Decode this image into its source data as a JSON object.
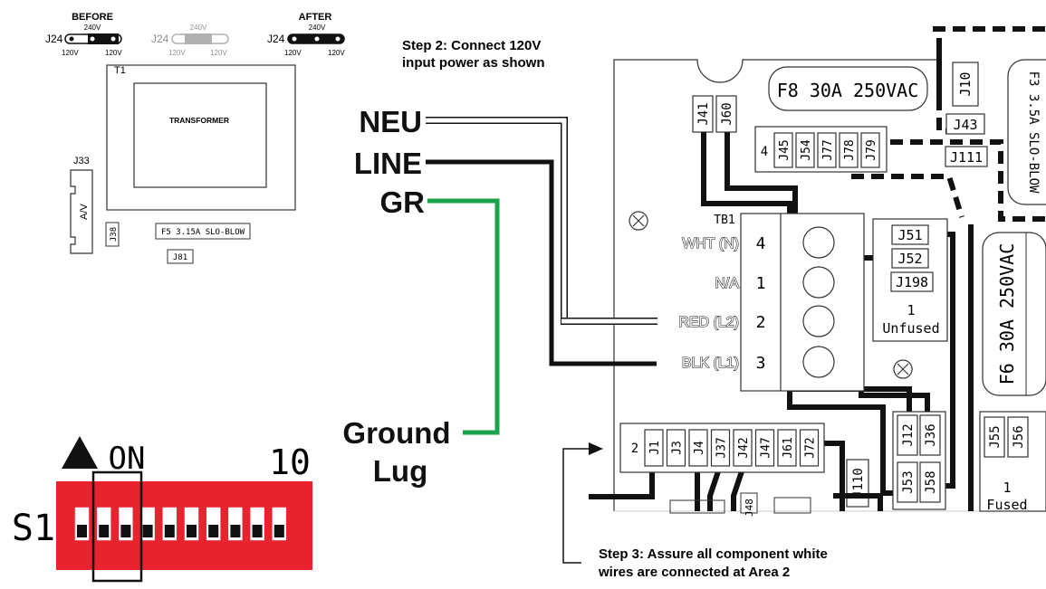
{
  "jumper": {
    "before": "BEFORE",
    "after": "AFTER",
    "name": "J24",
    "v240": "240V",
    "v120": "120V"
  },
  "transformer_area": {
    "t1": "T1",
    "transformer": "TRANSFORMER",
    "j33": "J33",
    "av": "A/V",
    "j38": "J38",
    "f5": "F5 3.15A SLO-BLOW",
    "j81": "J81"
  },
  "steps": {
    "step2_line1": "Step 2:  Connect 120V",
    "step2_line2": "input power as shown",
    "step3_line1": "Step 3:  Assure all component white",
    "step3_line2": "wires are connected at Area 2"
  },
  "wires": {
    "neu": "NEU",
    "line": "LINE",
    "gr": "GR",
    "ground1": "Ground",
    "ground2": "Lug"
  },
  "board": {
    "f8": "F8  30A  250VAC",
    "f6": "F6  30A  250VAC",
    "j10": "J10",
    "j43": "J43",
    "j111": "J111",
    "slo_blow_partial": "F3  3.5A  SLO-BLOW",
    "j41": "J41",
    "j60": "J60",
    "group4": {
      "num": "4",
      "connectors": [
        "J45",
        "J54",
        "J77",
        "J78",
        "J79"
      ]
    },
    "tb1": "TB1",
    "terminals": [
      {
        "label": "WHT (N)",
        "num": "4"
      },
      {
        "label": "N/A",
        "num": "1"
      },
      {
        "label": "RED (L2)",
        "num": "2"
      },
      {
        "label": "BLK (L1)",
        "num": "3"
      }
    ],
    "j51": "J51",
    "j52": "J52",
    "j198": "J198",
    "unfused_num": "1",
    "unfused": "Unfused",
    "j12": "J12",
    "j36": "J36",
    "j53": "J53",
    "j58": "J58",
    "group2": {
      "num": "2",
      "connectors": [
        "J1",
        "J3",
        "J4",
        "J37",
        "J42",
        "J47",
        "J61",
        "J72"
      ]
    },
    "j110": "J110",
    "j55": "J55",
    "j56": "J56",
    "fused_num": "1",
    "fused": "Fused",
    "j48_partial": "J48"
  },
  "switch": {
    "on": "ON",
    "ten": "10",
    "s1": "S1",
    "count": 10
  },
  "colors": {
    "green_wire": "#1aa34a",
    "switch_red": "#e8222f",
    "black": "#111111",
    "gray": "#999999"
  }
}
